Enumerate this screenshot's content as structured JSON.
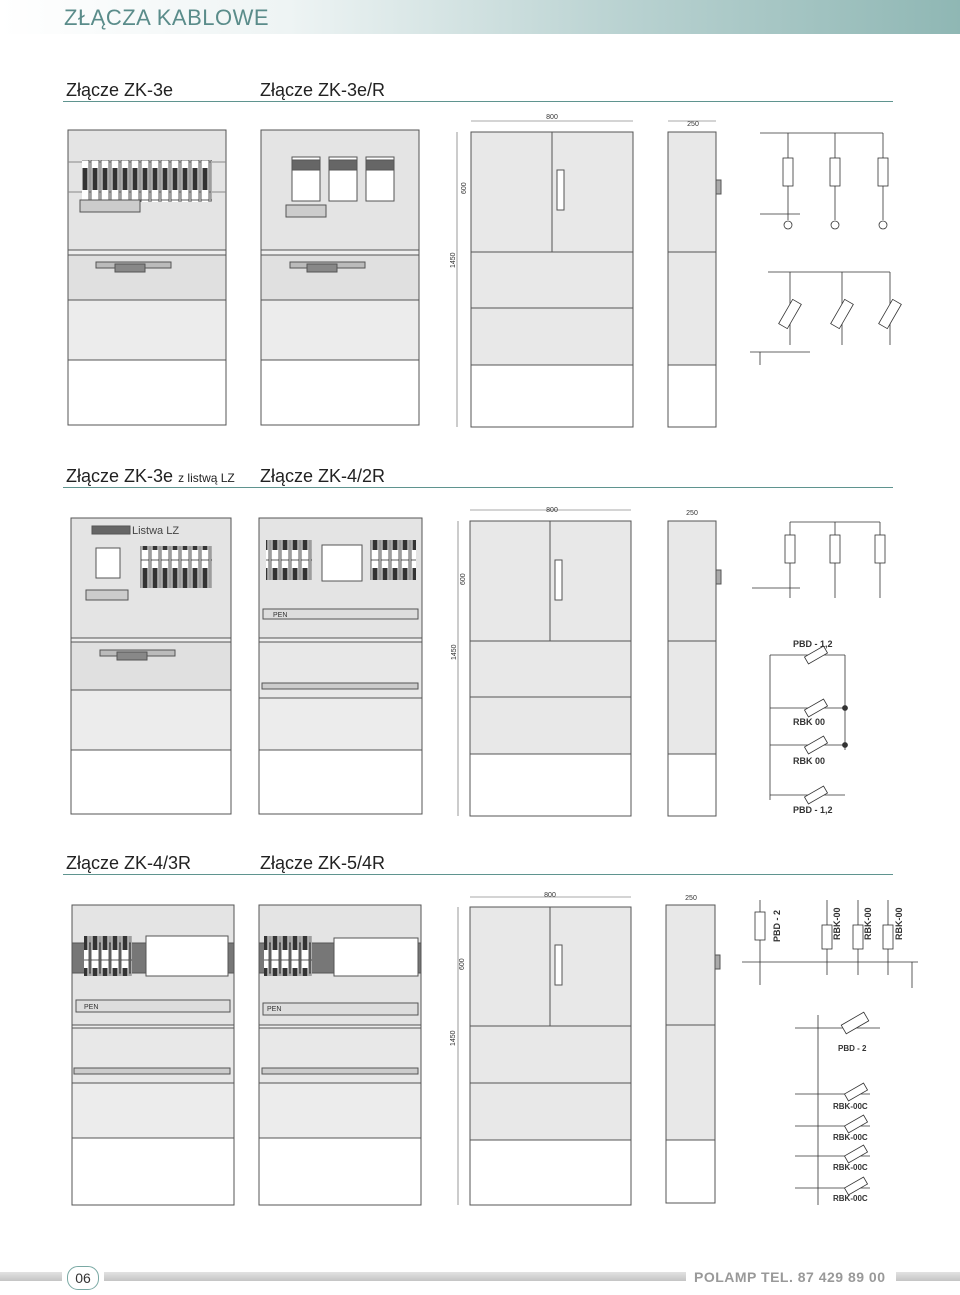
{
  "header": {
    "title": "ZŁĄCZA KABLOWE"
  },
  "sections": {
    "s1a": {
      "title": "Złącze ZK-3e"
    },
    "s1b": {
      "title": "Złącze ZK-3e/R"
    },
    "s2a": {
      "title": "Złącze ZK-3e",
      "suffix": "z listwą LZ"
    },
    "s2b": {
      "title": "Złącze ZK-4/2R"
    },
    "s3a": {
      "title": "Złącze ZK-4/3R"
    },
    "s3b": {
      "title": "Złącze ZK-5/4R"
    }
  },
  "labels": {
    "listwa": "Listwa LZ",
    "pen": "PEN",
    "dim_width": "800",
    "dim_depth": "250",
    "dim_top": "600",
    "dim_height": "1450",
    "pbd12": "PBD - 1,2",
    "rbk00": "RBK 00",
    "pbd2": "PBD - 2",
    "rbk00_v": "RBK-00",
    "rbk00c": "RBK-00C"
  },
  "footer": {
    "page": "06",
    "brand": "POLAMP   TEL. 87 429 89 00"
  }
}
